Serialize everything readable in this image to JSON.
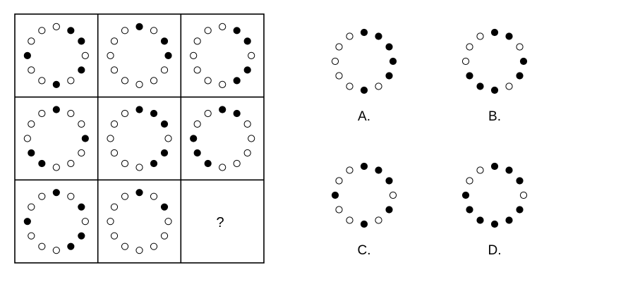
{
  "colors": {
    "filled": "#000000",
    "empty": "#ffffff",
    "stroke": "#000000"
  },
  "question_mark": "?",
  "grid": [
    [
      {
        "dots": "0110101001"
      },
      {
        "dots": "1011000000"
      },
      {
        "dots": "0110110000"
      }
    ],
    [
      {
        "dots": "1001000110"
      },
      {
        "dots": "1110110000"
      },
      {
        "dots": "1100000111"
      }
    ],
    [
      {
        "dots": "1010110001"
      },
      {
        "dots": "1010000000"
      },
      {
        "empty": true
      }
    ]
  ],
  "options": [
    {
      "label": "A.",
      "dots": "1111101000"
    },
    {
      "label": "B.",
      "dots": "1101101110"
    },
    {
      "label": "C.",
      "dots": "1110101001"
    },
    {
      "label": "D.",
      "dots": "1110111111"
    }
  ]
}
